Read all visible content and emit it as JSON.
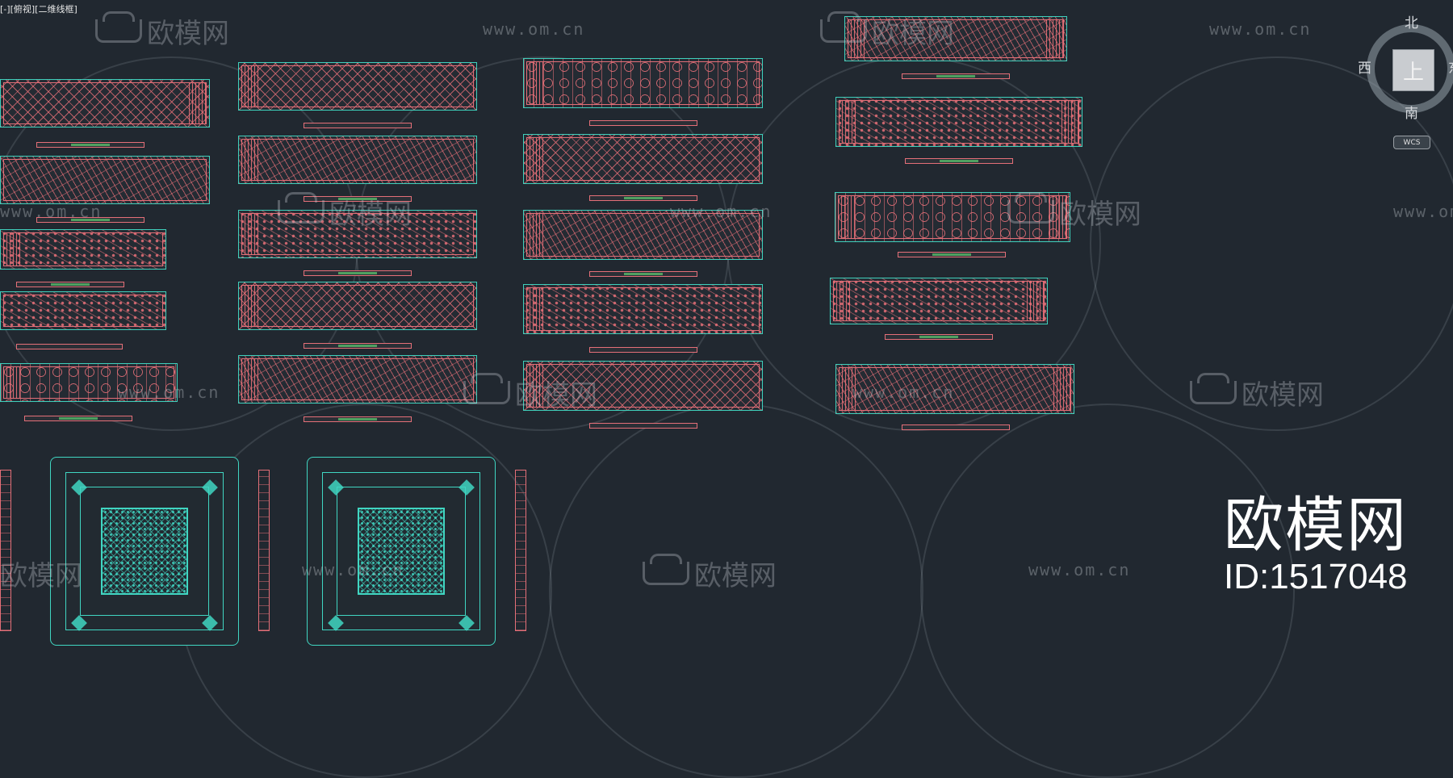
{
  "viewport": {
    "control": "[-]",
    "view": "[俯视]",
    "visual_style": "[二维线框]"
  },
  "viewcube": {
    "face": "上",
    "north": "北",
    "south": "南",
    "west": "西",
    "east": "东",
    "wcs": "WCS"
  },
  "watermark": {
    "url": "www.om.cn",
    "logo_text": "欧模网"
  },
  "brand": {
    "name": "欧模网",
    "id": "ID:1517048"
  },
  "colors": {
    "background": "#212830",
    "carving_line": "#e46f78",
    "frame_line": "#3fd0bc",
    "label_fill": "#4fa060",
    "text": "#ffffff"
  }
}
